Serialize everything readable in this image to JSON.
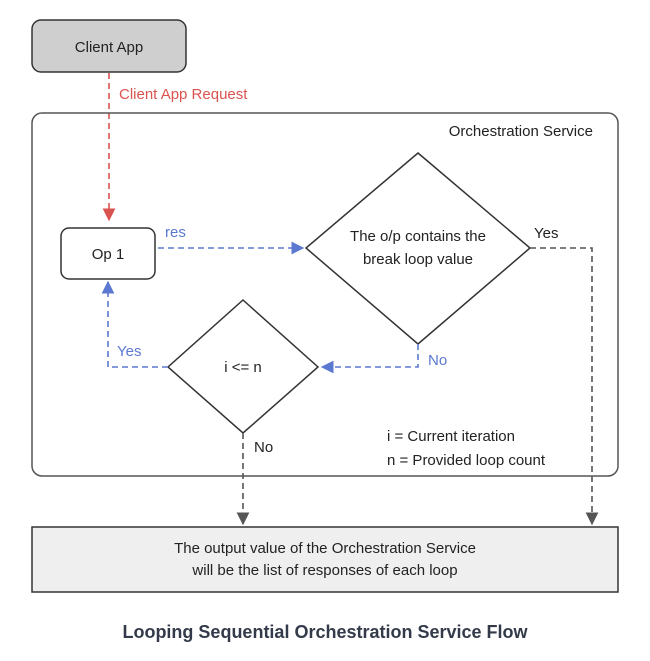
{
  "nodes": {
    "client_app": "Client App",
    "orchestration_service": "Orchestration Service",
    "op1": "Op 1",
    "decision_break": [
      "The o/p contains the",
      "break loop value"
    ],
    "decision_loop": "i <= n",
    "output": [
      "The output value of the Orchestration Service",
      "will be the list of responses of each loop"
    ]
  },
  "edges": {
    "client_request": "Client App Request",
    "res": "res",
    "break_yes": "Yes",
    "break_no": "No",
    "loop_yes": "Yes",
    "loop_no": "No"
  },
  "legend": {
    "i": "i = Current iteration",
    "n": "n = Provided loop count"
  },
  "caption": "Looping Sequential Orchestration Service Flow",
  "colors": {
    "client_box_fill": "#cfcfcf",
    "output_box_fill": "#efefef",
    "red_arrow": "#d9534f",
    "blue_arrow": "#5b79d0",
    "dark_arrow": "#555555",
    "stroke": "#333333"
  }
}
